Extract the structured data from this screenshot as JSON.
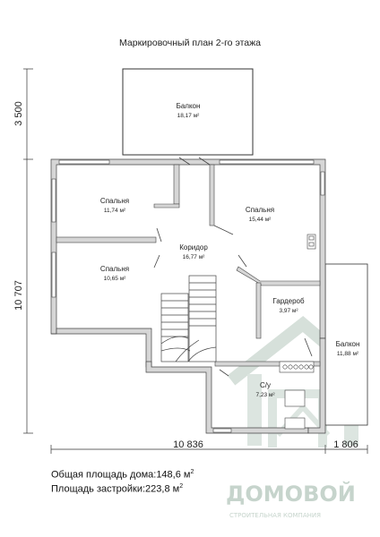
{
  "title": "Маркировочный план 2-го этажа",
  "rooms": {
    "balcony_top": {
      "name": "Балкон",
      "area": "18,17 м²"
    },
    "bedroom_1": {
      "name": "Спальня",
      "area": "11,74 м²"
    },
    "bedroom_2": {
      "name": "Спальня",
      "area": "15,44 м²"
    },
    "corridor": {
      "name": "Коридор",
      "area": "16,77 м²"
    },
    "bedroom_3": {
      "name": "Спальня",
      "area": "10,65 м²"
    },
    "wardrobe": {
      "name": "Гардероб",
      "area": "3,97 м²"
    },
    "balcony_right": {
      "name": "Балкон",
      "area": "11,88 м²"
    },
    "bathroom": {
      "name": "С/у",
      "area": "7,23 м²"
    }
  },
  "dimensions": {
    "left_top": "3 500",
    "left_main": "10 707",
    "bottom_main": "10 836",
    "bottom_right": "1 806"
  },
  "summary": {
    "total_label": "Общая площадь дома:",
    "total_value": "148,6 м",
    "build_label": "Площадь застройки:",
    "build_value": "223,8 м",
    "sq": "2"
  },
  "logo": {
    "name": "ДОМОВОЙ",
    "tagline": "СТРОИТЕЛЬНАЯ КОМПАНИЯ"
  }
}
